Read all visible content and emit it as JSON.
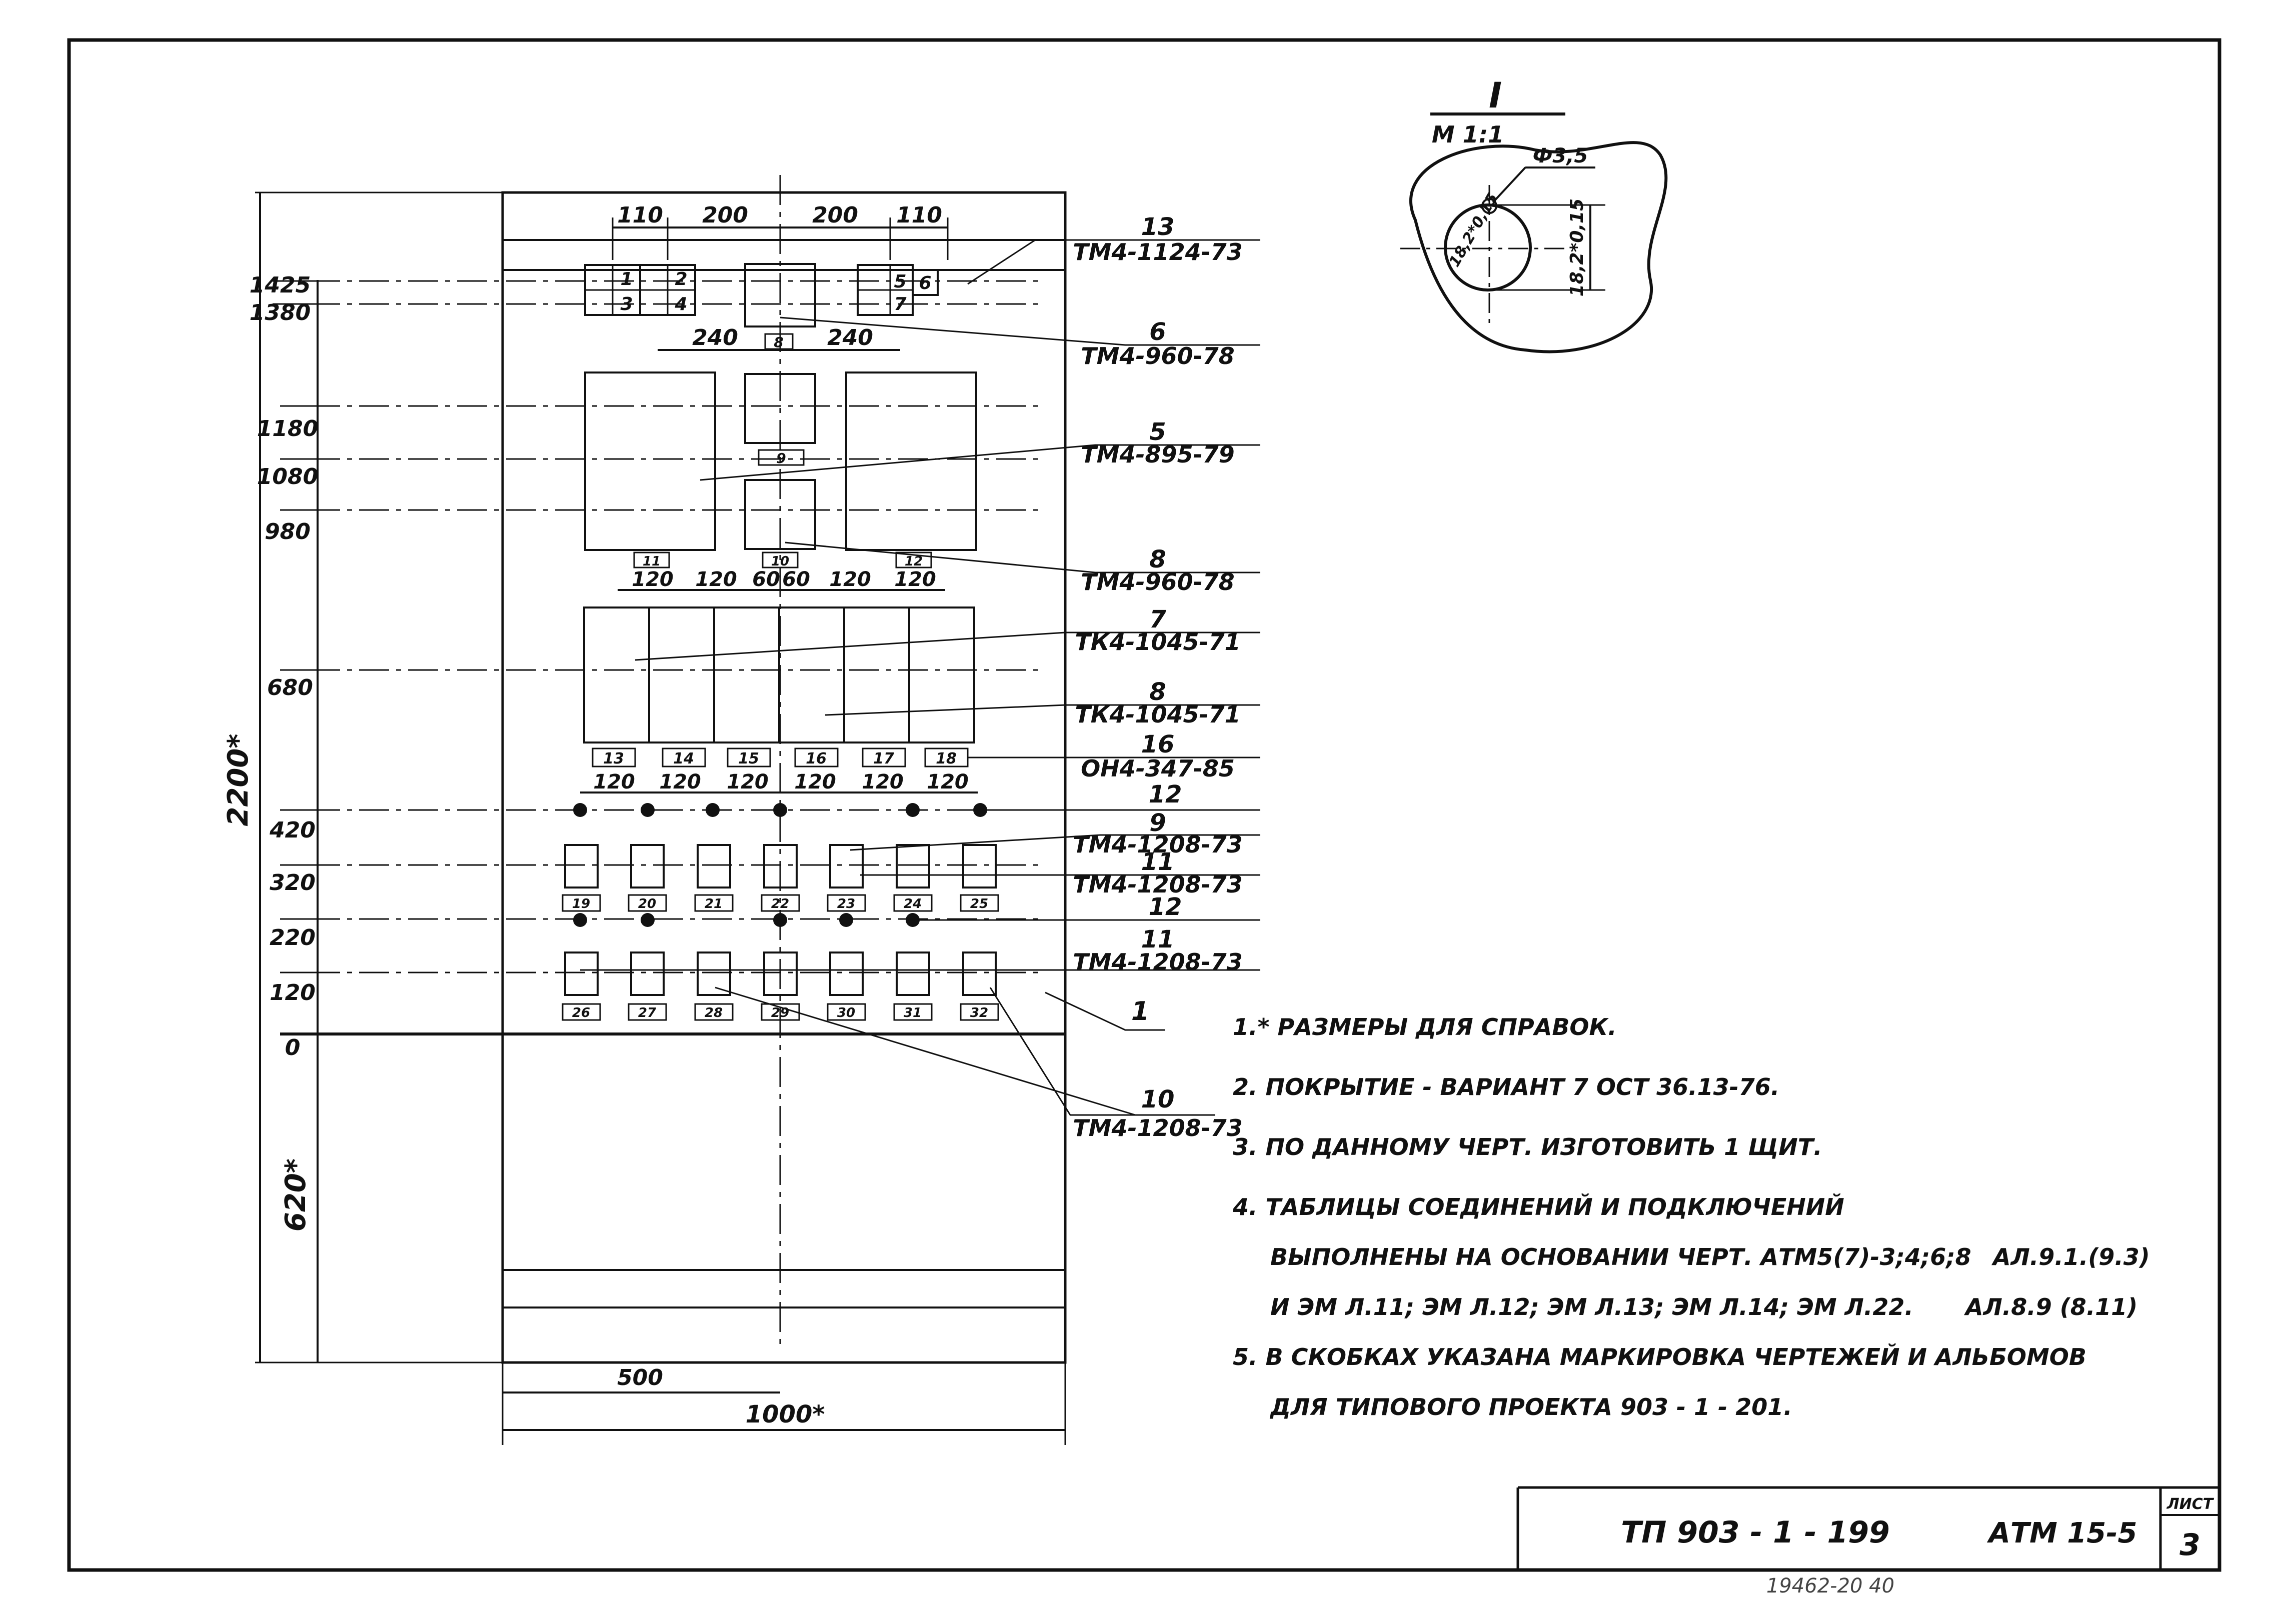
{
  "detail": {
    "title": "I",
    "scale": "М 1:1",
    "hole_dia": "Ф3,5",
    "dim_a": "18,2*0,15",
    "dim_b": "18,2*0,15"
  },
  "panel": {
    "top_dims": [
      "110",
      "200",
      "200",
      "110"
    ],
    "mid_dims": [
      "240",
      "8",
      "240"
    ],
    "group_dims": [
      "120",
      "120",
      "60",
      "60",
      "120",
      "120"
    ],
    "row_dims": [
      "120",
      "120",
      "120",
      "120",
      "120",
      "120"
    ],
    "level_labels": [
      "1425",
      "1380",
      "1180",
      "1080",
      "980",
      "680",
      "420",
      "320",
      "220",
      "120",
      "0"
    ],
    "height_total": "2200*",
    "base_height": "620*",
    "width_half": "500",
    "width_total": "1000*",
    "block_labels": [
      "1",
      "2",
      "3",
      "4",
      "5",
      "6",
      "7"
    ],
    "tag_9": "9",
    "tags_mid": [
      "11",
      "10",
      "12"
    ],
    "tags_meter": [
      "13",
      "14",
      "15",
      "16",
      "17",
      "18"
    ],
    "tags_row1": [
      "19",
      "20",
      "21",
      "22",
      "23",
      "24",
      "25"
    ],
    "tags_row2": [
      "26",
      "27",
      "28",
      "29",
      "30",
      "31",
      "32"
    ]
  },
  "callouts": [
    {
      "pos": "13",
      "code": "ТМ4-1124-73"
    },
    {
      "pos": "6",
      "code": "ТМ4-960-78"
    },
    {
      "pos": "5",
      "code": "ТМ4-895-79"
    },
    {
      "pos": "8",
      "code": "ТМ4-960-78"
    },
    {
      "pos": "7",
      "code": "ТК4-1045-71"
    },
    {
      "pos": "8",
      "code": "ТК4-1045-71"
    },
    {
      "pos": "16",
      "code": "ОН4-347-85"
    },
    {
      "pos": "12",
      "code": ""
    },
    {
      "pos": "9",
      "code": "ТМ4-1208-73"
    },
    {
      "pos": "11",
      "code": "ТМ4-1208-73"
    },
    {
      "pos": "12",
      "code": ""
    },
    {
      "pos": "11",
      "code": "ТМ4-1208-73"
    },
    {
      "pos": "1",
      "code": ""
    },
    {
      "pos": "10",
      "code": "ТМ4-1208-73"
    }
  ],
  "notes": [
    "1.* РАЗМЕРЫ ДЛЯ СПРАВОК.",
    "2.  ПОКРЫТИЕ - ВАРИАНТ 7 ОСТ 36.13-76.",
    "3.  ПО ДАННОМУ ЧЕРТ. ИЗГОТОВИТЬ 1 ЩИТ.",
    "4.  ТАБЛИЦЫ СОЕДИНЕНИЙ И ПОДКЛЮЧЕНИЙ",
    "ВЫПОЛНЕНЫ  НА ОСНОВАНИИ ЧЕРТ. АТМ5(7)-3;4;6;8",
    "АЛ.9.1.(9.3)",
    "И ЭМ Л.11; ЭМ Л.12; ЭМ Л.13; ЭМ Л.14; ЭМ Л.22.",
    "АЛ.8.9 (8.11)",
    "5.  В СКОБКАХ УКАЗАНА  МАРКИРОВКА ЧЕРТЕЖЕЙ И АЛЬБОМОВ",
    "ДЛЯ ТИПОВОГО  ПРОЕКТА  903 - 1 - 201."
  ],
  "title_block": {
    "project": "ТП 903 - 1 - 199",
    "sheet_code": "АТМ 15-5",
    "sheet_label": "ЛИСТ",
    "sheet_no": "3"
  },
  "stamp": "19462-20  40"
}
